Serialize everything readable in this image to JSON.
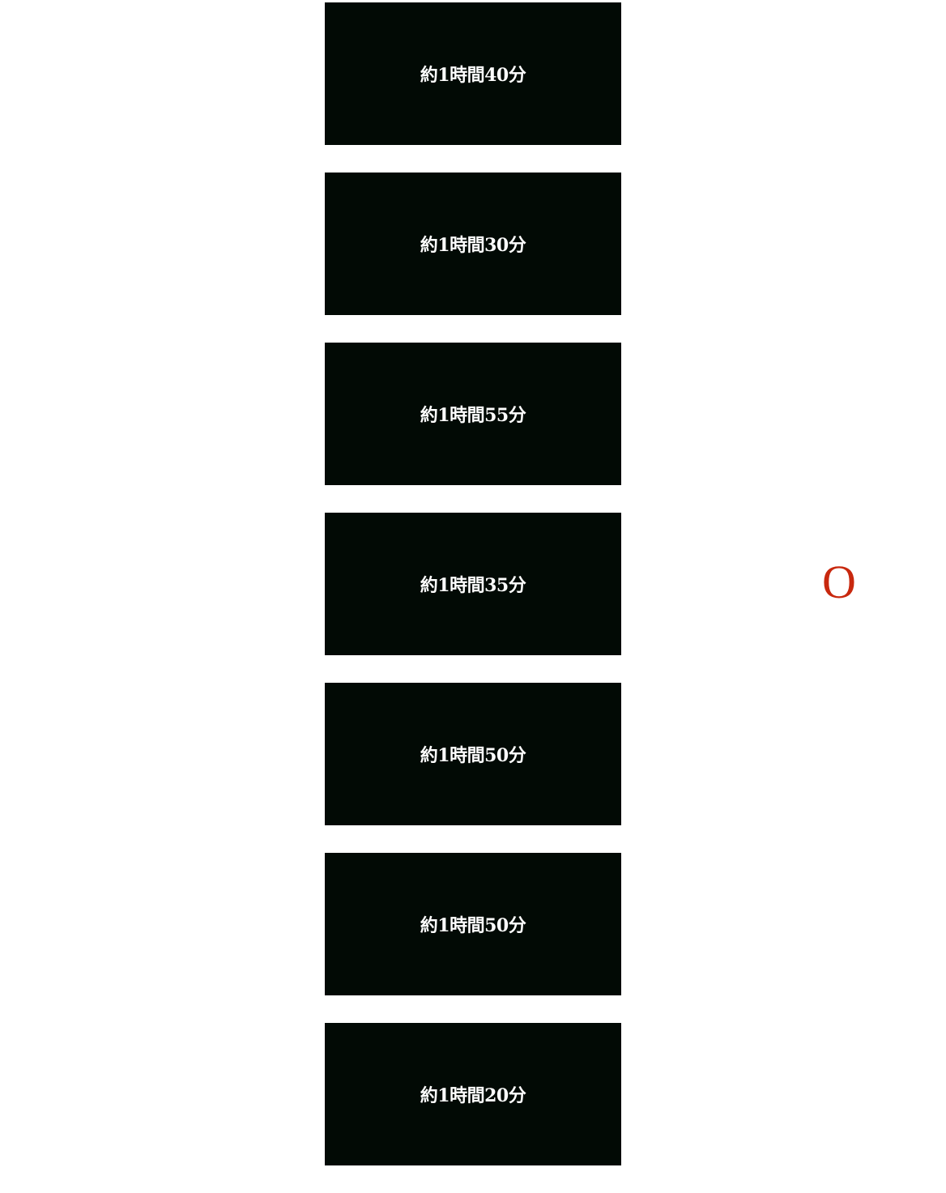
{
  "durations": [
    {
      "label": "約1時間40分"
    },
    {
      "label": "約1時間30分"
    },
    {
      "label": "約1時間55分"
    },
    {
      "label": "約1時間35分"
    },
    {
      "label": "約1時間50分"
    },
    {
      "label": "約1時間50分"
    },
    {
      "label": "約1時間20分"
    }
  ],
  "side_mark": {
    "text": "O"
  },
  "colors": {
    "card_background": "#020a05",
    "card_text": "#ffffff",
    "mark": "#c8280e"
  }
}
